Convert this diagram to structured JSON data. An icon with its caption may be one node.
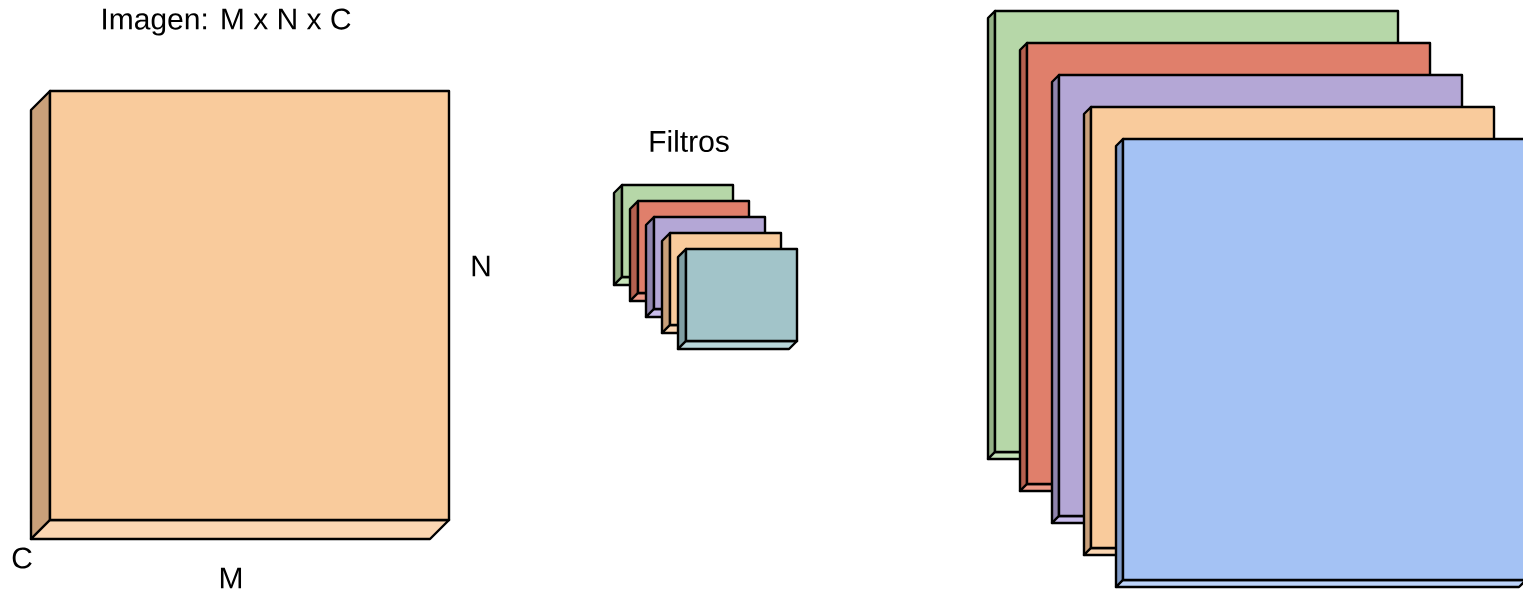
{
  "diagram": {
    "labels": [
      "Imagen: M x N x C",
      "Filtros",
      "N",
      "C",
      "M"
    ]
  }
}
